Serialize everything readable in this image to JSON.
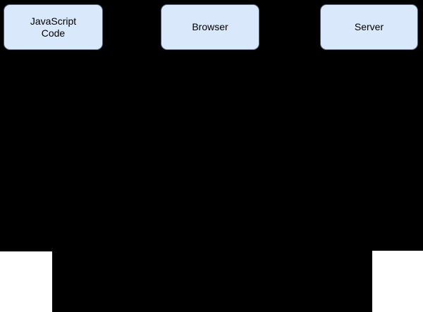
{
  "diagram": {
    "type": "sequence-diagram-actors",
    "background_color": "#000000",
    "actor_fill_color": "#dae8fc",
    "actor_border_color": "#4f6279",
    "actor_text_color": "#000000",
    "corner_rect_color": "#ffffff",
    "actors": [
      {
        "id": "javascript-code",
        "label": "JavaScript\nCode"
      },
      {
        "id": "browser",
        "label": "Browser"
      },
      {
        "id": "server",
        "label": "Server"
      }
    ]
  }
}
